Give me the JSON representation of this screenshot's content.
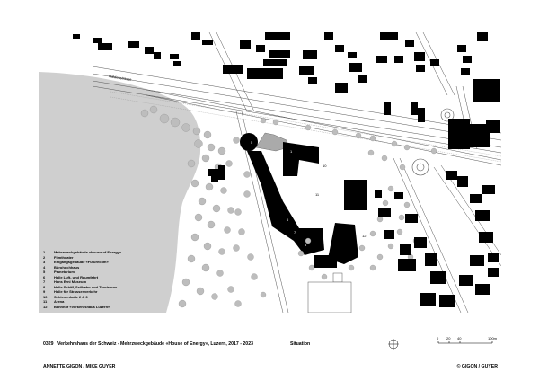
{
  "map": {
    "street_label": "Haldenstrasse",
    "site_numbers": [
      {
        "n": "1"
      },
      {
        "n": "10"
      },
      {
        "n": "11"
      },
      {
        "n": "12"
      },
      {
        "n": "3"
      },
      {
        "n": "4"
      },
      {
        "n": "5"
      },
      {
        "n": "6"
      },
      {
        "n": "7"
      },
      {
        "n": "8"
      },
      {
        "n": "9"
      }
    ]
  },
  "legend": {
    "items": [
      {
        "num": "1",
        "label": "Mehrzweckgebäude «House of Energy»"
      },
      {
        "num": "2",
        "label": "Filmtheater"
      },
      {
        "num": "3",
        "label": "Eingangsgebäude «Futurecom»"
      },
      {
        "num": "4",
        "label": "Bürohochhaus"
      },
      {
        "num": "5",
        "label": "Planetarium"
      },
      {
        "num": "6",
        "label": "Halle Luft- und Raumfahrt"
      },
      {
        "num": "7",
        "label": "Hans Erni Museum"
      },
      {
        "num": "8",
        "label": "Halle Schiff, Seilbahn und Tourismus"
      },
      {
        "num": "9",
        "label": "Halle für Strassenverkehr"
      },
      {
        "num": "10",
        "label": "Schienenhalle 2 & 3"
      },
      {
        "num": "11",
        "label": "Arena"
      },
      {
        "num": "12",
        "label": "Bahnhof «Verkehrshaus Luzern»"
      }
    ]
  },
  "caption": {
    "project_number": "0329",
    "title": "Verkehrshaus der Schweiz - Mehrzweckgebäude «House of Energy», Luzern, 2017 - 2023",
    "plan_type": "Situation",
    "architects": "ANNETTE GIGON / MIKE GUYER",
    "copyright": "© GIGON / GUYER"
  },
  "scale": {
    "t0": "0",
    "t1": "20",
    "t2": "40",
    "t3": "100m"
  },
  "colors": {
    "water": "#cfcfcf",
    "trees": "#bdbdbd",
    "buildings": "#000000",
    "tracks": "#999999"
  }
}
